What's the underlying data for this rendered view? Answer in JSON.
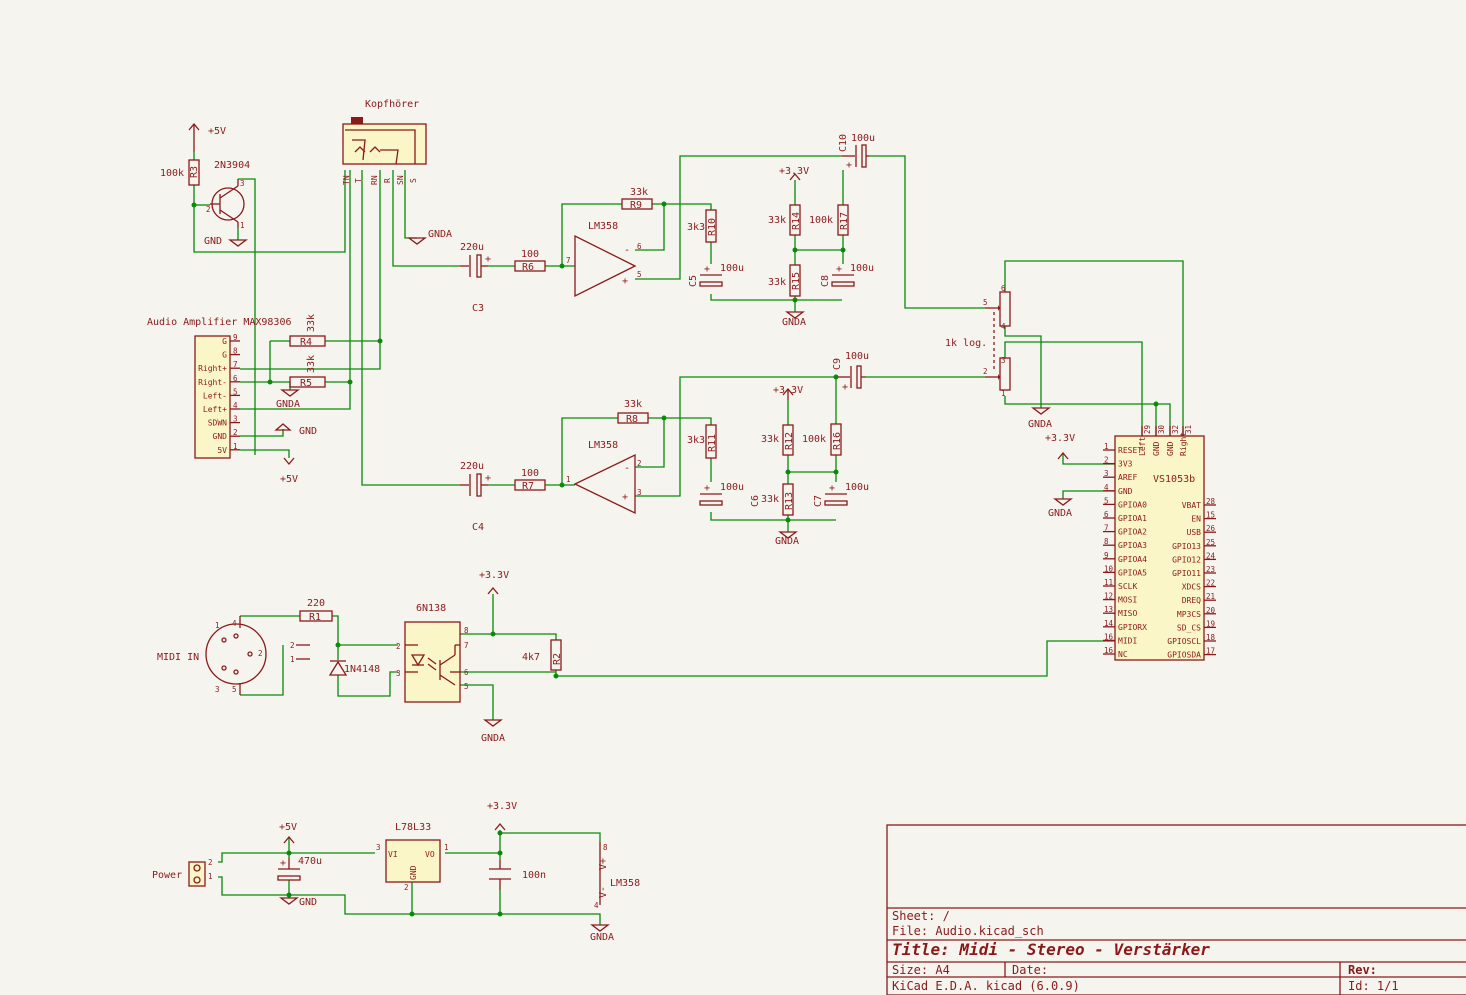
{
  "power": {
    "p5v": "+5V",
    "p33v": "+3.3V",
    "gnd": "GND",
    "gnda": "GNDA"
  },
  "components": {
    "R1": {
      "ref": "R1",
      "value": "220"
    },
    "R2": {
      "ref": "R2",
      "value": "4k7"
    },
    "R3": {
      "ref": "R3",
      "value": "100k"
    },
    "R4": {
      "ref": "R4",
      "value": "33k"
    },
    "R5": {
      "ref": "R5",
      "value": "33k"
    },
    "R6": {
      "ref": "R6",
      "value": "100"
    },
    "R7": {
      "ref": "R7",
      "value": "100"
    },
    "R8": {
      "ref": "R8",
      "value": "33k"
    },
    "R9": {
      "ref": "R9",
      "value": "33k"
    },
    "R10": {
      "ref": "R10",
      "value": "3k3"
    },
    "R11": {
      "ref": "R11",
      "value": "3k3"
    },
    "R12": {
      "ref": "R12",
      "value": "33k"
    },
    "R13": {
      "ref": "R13",
      "value": "33k"
    },
    "R14": {
      "ref": "R14",
      "value": "33k"
    },
    "R15": {
      "ref": "R15",
      "value": "33k"
    },
    "R16": {
      "ref": "R16",
      "value": "100k"
    },
    "R17": {
      "ref": "R17",
      "value": "100k"
    },
    "C3": {
      "ref": "C3",
      "value": "220u"
    },
    "C4": {
      "ref": "C4",
      "value": "220u"
    },
    "C5": {
      "ref": "C5",
      "value": "100u"
    },
    "C6": {
      "ref": "C6",
      "value": "100u"
    },
    "C7": {
      "ref": "C7",
      "value": "100u"
    },
    "C8": {
      "ref": "C8",
      "value": "100u"
    },
    "C9": {
      "ref": "C9",
      "value": "100u"
    },
    "C10": {
      "ref": "C10",
      "value": "100u"
    },
    "Cpwr1": {
      "value": "470u"
    },
    "Cpwr2": {
      "value": "100n"
    },
    "Q1": {
      "value": "2N3904"
    },
    "D1": {
      "value": "1N4148"
    },
    "U_opto": {
      "value": "6N138"
    },
    "U_reg": {
      "value": "L78L33",
      "vi": "VI",
      "vo": "VO",
      "gnd": "GND"
    },
    "U_op1": {
      "value": "LM358"
    },
    "U_op2": {
      "value": "LM358"
    },
    "U_op3": {
      "value": "LM358",
      "vplus": "V+",
      "vminus": "V-"
    },
    "J_phone": {
      "value": "Kopfhörer",
      "pins": [
        "TN",
        "T",
        "RN",
        "R",
        "SN",
        "S"
      ]
    },
    "J_midi": {
      "value": "MIDI IN"
    },
    "J_power": {
      "value": "Power"
    },
    "RV1": {
      "value": "1k log."
    },
    "U_amp": {
      "value": "Audio Amplifier MAX98306",
      "pins": [
        {
          "name": "G",
          "num": "9"
        },
        {
          "name": "G",
          "num": "8"
        },
        {
          "name": "Right+",
          "num": "7"
        },
        {
          "name": "Right-",
          "num": "6"
        },
        {
          "name": "Left-",
          "num": "5"
        },
        {
          "name": "Left+",
          "num": "4"
        },
        {
          "name": "SDWN",
          "num": "3"
        },
        {
          "name": "GND",
          "num": "2"
        },
        {
          "name": "5V",
          "num": "1"
        }
      ]
    },
    "U_vs": {
      "value": "VS1053b",
      "top_pins": [
        {
          "name": "Left",
          "num": "29"
        },
        {
          "name": "GND",
          "num": "30"
        },
        {
          "name": "GND",
          "num": "32"
        },
        {
          "name": "Right",
          "num": "31"
        }
      ],
      "left_pins": [
        {
          "name": "RESET",
          "num": "1"
        },
        {
          "name": "3V3",
          "num": "2"
        },
        {
          "name": "AREF",
          "num": "3"
        },
        {
          "name": "GND",
          "num": "4"
        },
        {
          "name": "GPIOA0",
          "num": "5"
        },
        {
          "name": "GPIOA1",
          "num": "6"
        },
        {
          "name": "GPIOA2",
          "num": "7"
        },
        {
          "name": "GPIOA3",
          "num": "8"
        },
        {
          "name": "GPIOA4",
          "num": "9"
        },
        {
          "name": "GPIOA5",
          "num": "10"
        },
        {
          "name": "SCLK",
          "num": "11"
        },
        {
          "name": "MOSI",
          "num": "12"
        },
        {
          "name": "MISO",
          "num": "13"
        },
        {
          "name": "GPIORX",
          "num": "14"
        },
        {
          "name": "MIDI",
          "num": "16"
        },
        {
          "name": "NC",
          "num": "16"
        }
      ],
      "right_pins": [
        {
          "name": "VBAT",
          "num": "28"
        },
        {
          "name": "EN",
          "num": "15"
        },
        {
          "name": "USB",
          "num": "26"
        },
        {
          "name": "GPIO13",
          "num": "25"
        },
        {
          "name": "GPIO12",
          "num": "24"
        },
        {
          "name": "GPIO11",
          "num": "23"
        },
        {
          "name": "XDCS",
          "num": "22"
        },
        {
          "name": "DREQ",
          "num": "21"
        },
        {
          "name": "MP3CS",
          "num": "20"
        },
        {
          "name": "SD_CS",
          "num": "19"
        },
        {
          "name": "GPIOSCL",
          "num": "18"
        },
        {
          "name": "GPIOSDA",
          "num": "17"
        }
      ]
    }
  },
  "title_block": {
    "sheet": "Sheet: /",
    "file": "File: Audio.kicad_sch",
    "title": "Title: Midi - Stereo - Verstärker",
    "size": "Size: A4",
    "date": "Date:",
    "rev": "Rev:",
    "tool": "KiCad E.D.A.  kicad (6.0.9)",
    "id": "Id: 1/1"
  }
}
